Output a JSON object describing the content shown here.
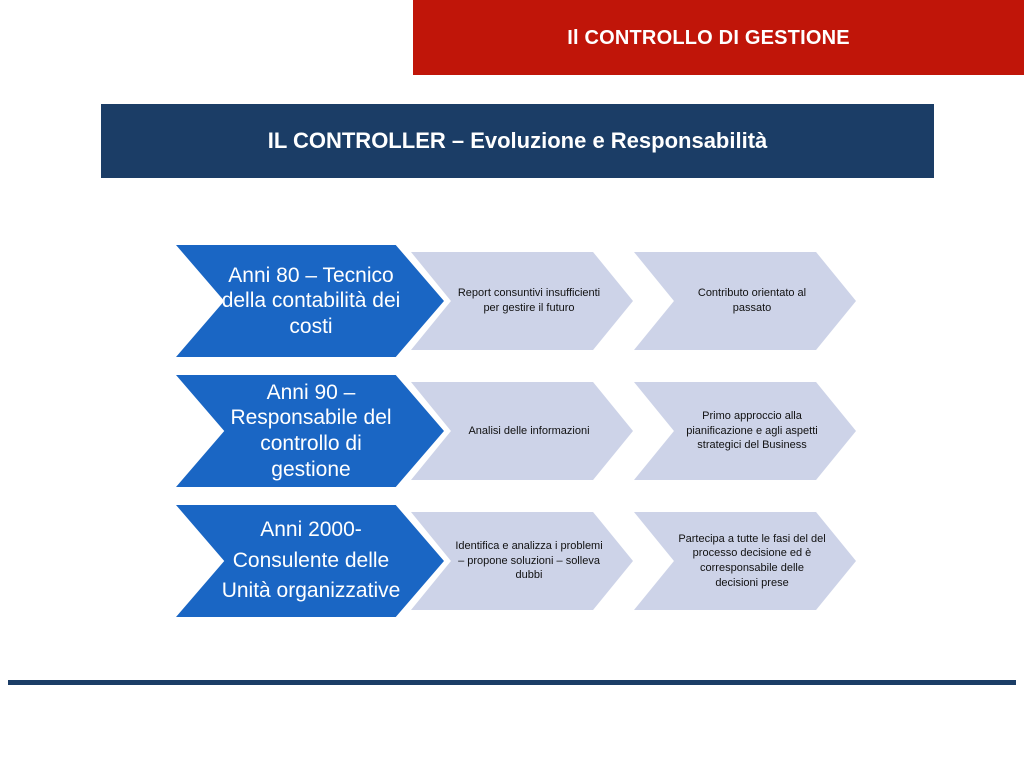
{
  "slide": {
    "header_title": "Il CONTROLLO DI GESTIONE",
    "subtitle": "IL CONTROLLER – Evoluzione e Responsabilità",
    "colors": {
      "header_red": "#C01509",
      "subtitle_blue": "#1B3D66",
      "chevron_blue": "#1A66C4",
      "chevron_grey": "#CDD3E8",
      "rule_blue": "#1B3D66"
    }
  },
  "rows": [
    {
      "era": "Anni 80 – Tecnico della contabilità dei costi",
      "middle": "Report consuntivi insufficienti per gestire il futuro",
      "right": "Contributo orientato al passato"
    },
    {
      "era": "Anni 90 – Responsabile del controllo di gestione",
      "middle": "Analisi delle informazioni",
      "right": "Primo approccio alla pianificazione e agli aspetti strategici del Business"
    },
    {
      "era": "Anni 2000- Consulente delle Unità organizzative",
      "middle": "Identifica e analizza i problemi – propone soluzioni – solleva dubbi",
      "right": "Partecipa a tutte le fasi del del processo decisione ed è corresponsabile delle decisioni prese"
    }
  ]
}
